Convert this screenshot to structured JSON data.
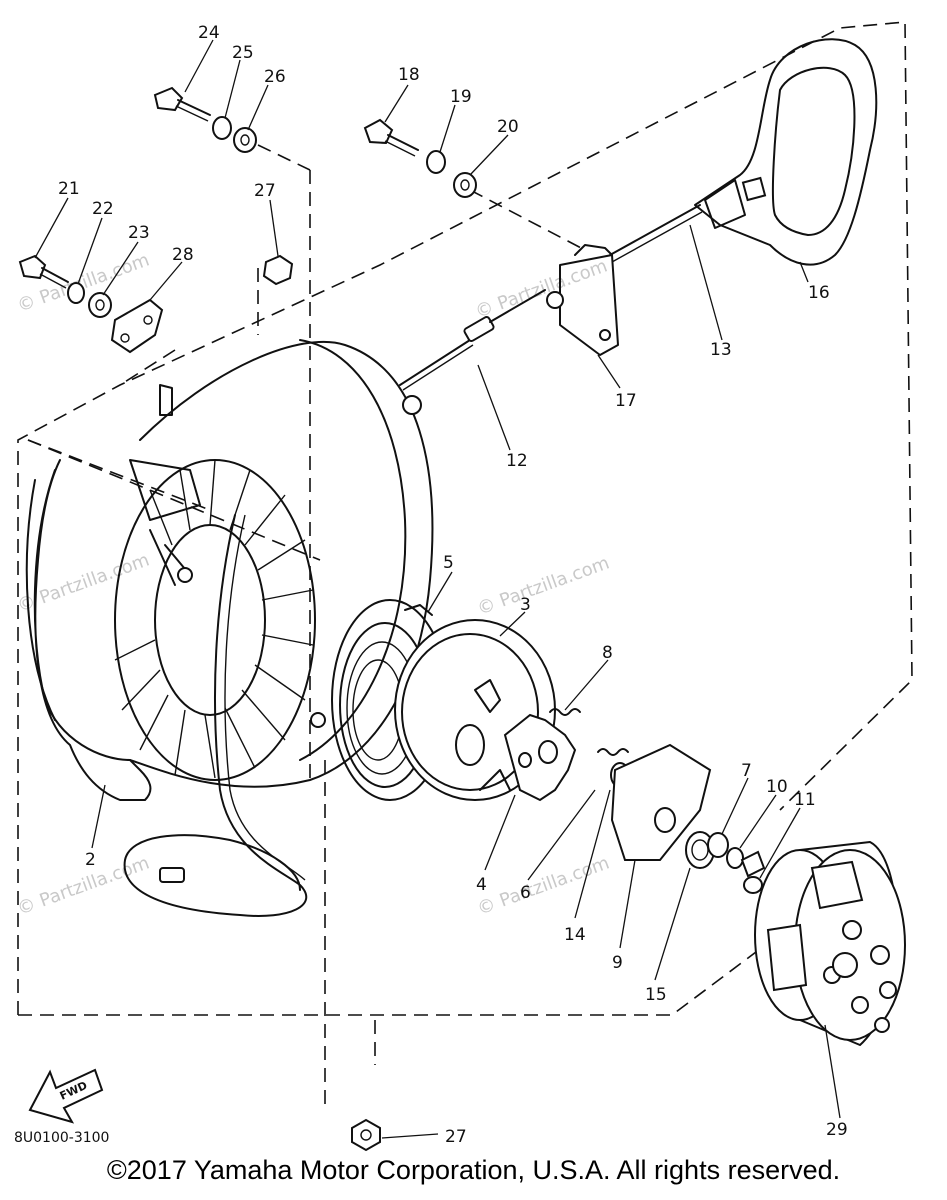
{
  "diagram": {
    "callouts": {
      "c2": "2",
      "c3": "3",
      "c4": "4",
      "c5": "5",
      "c6": "6",
      "c7": "7",
      "c8": "8",
      "c9": "9",
      "c10": "10",
      "c11": "11",
      "c12": "12",
      "c13": "13",
      "c14": "14",
      "c15": "15",
      "c16": "16",
      "c17": "17",
      "c18": "18",
      "c19": "19",
      "c20": "20",
      "c21": "21",
      "c22": "22",
      "c23": "23",
      "c24": "24",
      "c25": "25",
      "c26": "26",
      "c27a": "27",
      "c27b": "27",
      "c28": "28",
      "c29": "29"
    },
    "fwd_label": "FWD",
    "diagram_code": "8U0100-3100",
    "watermark": "© Partzilla.com"
  },
  "footer": {
    "copyright": "©2017 Yamaha Motor Corporation, U.S.A. All rights reserved."
  }
}
